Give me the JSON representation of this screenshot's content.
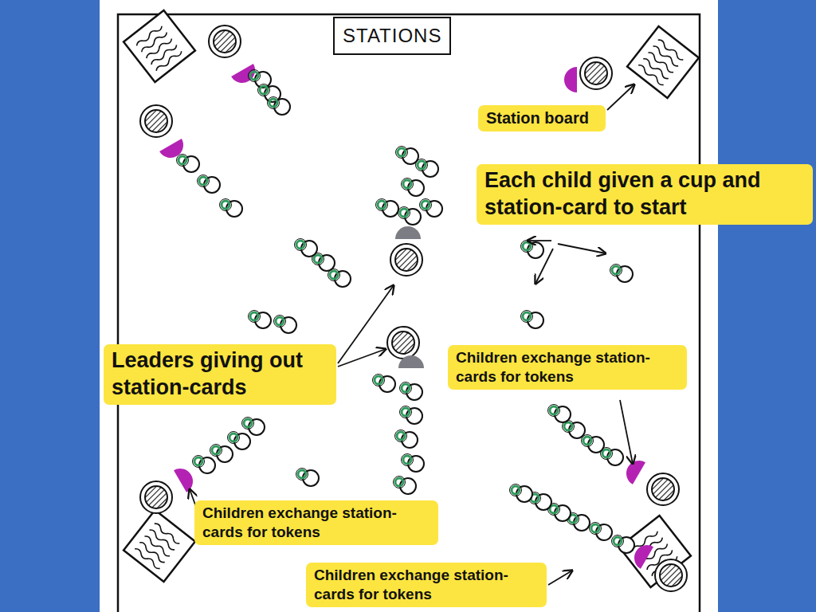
{
  "diagram": {
    "title": "STATIONS",
    "nodes": [
      {
        "text": [
          "Station board"
        ]
      },
      {
        "text": [
          "Each child given a cup and station-card to start"
        ]
      },
      {
        "text": [
          "Leaders giving out station-cards"
        ]
      },
      {
        "text": [
          "Children exchange station-cards for tokens"
        ]
      },
      {
        "text": [
          "Children exchange station-cards for tokens"
        ]
      },
      {
        "text": [
          "Children exchange station-cards for tokens"
        ]
      }
    ]
  }
}
